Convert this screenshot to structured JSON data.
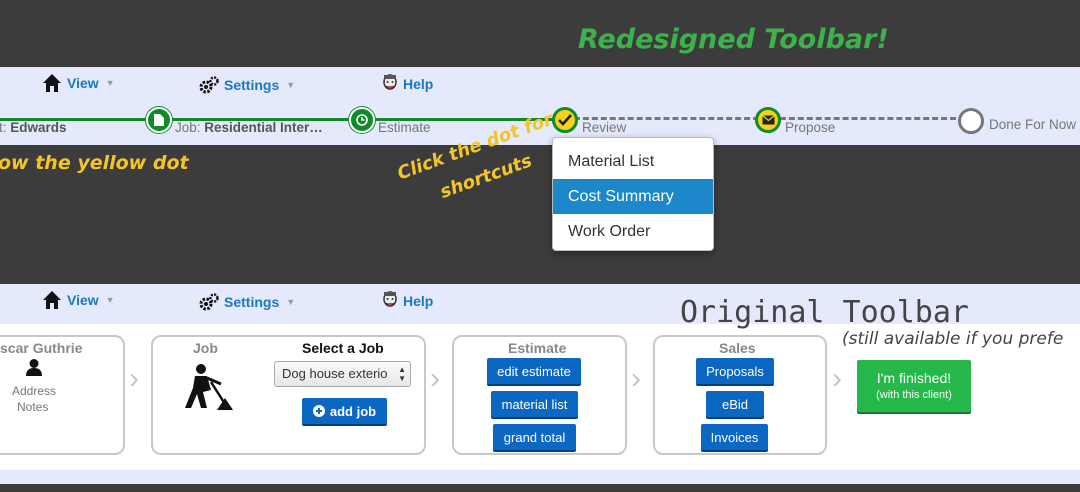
{
  "annotations": {
    "new_title": "Redesigned Toolbar!",
    "hint_left": "ow the yellow dot",
    "hint_dot_line1": "Click the dot for",
    "hint_dot_line2": "shortcuts",
    "old_title": "Original Toolbar",
    "old_subtitle": "(still available if you prefe"
  },
  "toolbar": {
    "view": "View",
    "settings": "Settings",
    "help": "Help"
  },
  "steps": {
    "client_prefix": "t: ",
    "client_value": "Edwards",
    "job_prefix": "Job: ",
    "job_value": "Residential Inter…",
    "estimate": "Estimate",
    "review": "Review",
    "propose": "Propose",
    "done": "Done For Now"
  },
  "dropdown": {
    "items": [
      "Material List",
      "Cost Summary",
      "Work Order"
    ],
    "active_index": 1
  },
  "old": {
    "client_name": "scar Guthrie",
    "address": "Address",
    "notes": "Notes",
    "job_title": "Job",
    "select_job_label": "Select a Job",
    "select_job_value": "Dog house exterio",
    "add_job": "add job",
    "estimate_title": "Estimate",
    "edit_estimate": "edit estimate",
    "material_list": "material list",
    "grand_total": "grand total",
    "sales_title": "Sales",
    "proposals": "Proposals",
    "ebid": "eBid",
    "invoices": "Invoices",
    "finished_line1": "I'm finished!",
    "finished_line2": "(with this client)"
  },
  "colors": {
    "accent_green": "#0e8a2a",
    "review_yellow": "#f5d11a",
    "link_blue": "#1a78c2",
    "button_blue": "#0c67c2",
    "finish_green": "#26b84a",
    "dropdown_active": "#1c88c9"
  }
}
